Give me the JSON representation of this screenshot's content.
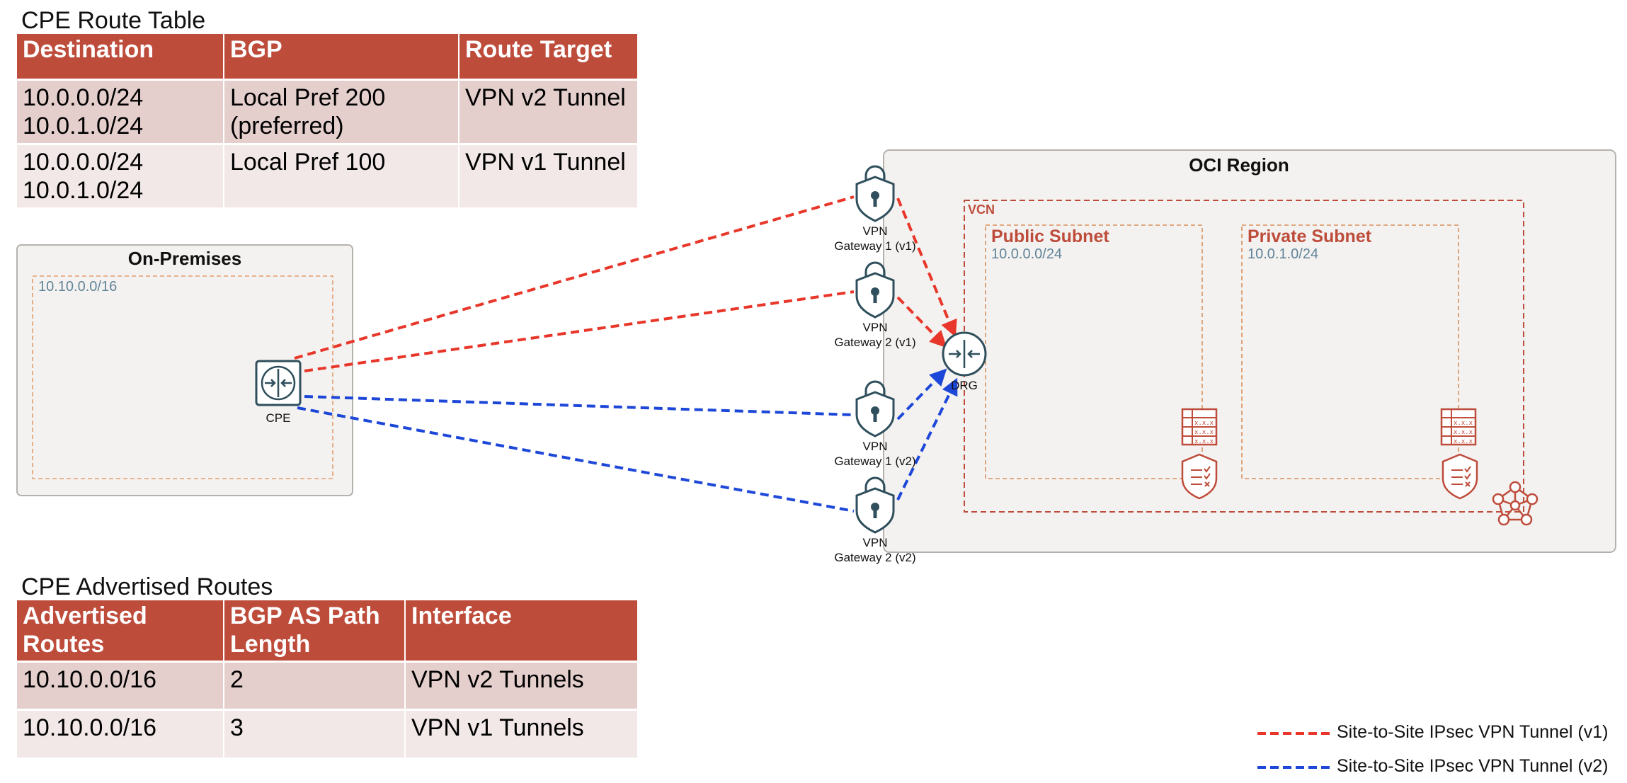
{
  "route_table": {
    "title": "CPE Route Table",
    "headers": [
      "Destination",
      "BGP",
      "Route Target"
    ],
    "rows": [
      [
        "10.0.0.0/24\n10.0.1.0/24",
        "Local Pref 200\n(preferred)",
        "VPN v2 Tunnel"
      ],
      [
        "10.0.0.0/24\n10.0.1.0/24",
        "Local Pref 100",
        "VPN v1 Tunnel"
      ]
    ]
  },
  "advertised_routes": {
    "title": "CPE Advertised Routes",
    "headers": [
      "Advertised\nRoutes",
      "BGP AS Path\nLength",
      "Interface"
    ],
    "rows": [
      [
        "10.10.0.0/16",
        "2",
        "VPN v2 Tunnels"
      ],
      [
        "10.10.0.0/16",
        "3",
        "VPN v1 Tunnels"
      ]
    ]
  },
  "on_premises": {
    "title": "On-Premises",
    "cidr": "10.10.0.0/16",
    "cpe_label": "CPE"
  },
  "oci": {
    "title": "OCI Region",
    "vcn_label": "VCN",
    "drg_label": "DRG",
    "public_subnet": {
      "title": "Public Subnet",
      "cidr": "10.0.0.0/24"
    },
    "private_subnet": {
      "title": "Private Subnet",
      "cidr": "10.0.1.0/24"
    }
  },
  "gateways": [
    {
      "label": "VPN\nGateway 1 (v1)",
      "version": "v1"
    },
    {
      "label": "VPN\nGateway 2 (v1)",
      "version": "v1"
    },
    {
      "label": "VPN\nGateway 1 (v2)",
      "version": "v2"
    },
    {
      "label": "VPN\nGateway 2 (v2)",
      "version": "v2"
    }
  ],
  "legend": [
    {
      "label": "Site-to-Site IPsec VPN Tunnel (v1)",
      "color": "#E8372A"
    },
    {
      "label": "Site-to-Site IPsec VPN Tunnel (v2)",
      "color": "#1D47D8"
    }
  ],
  "colors": {
    "accent": "#BE4C3B",
    "icon": "#2F4F5C",
    "tunnel_v1": "#E8372A",
    "tunnel_v2": "#1D47D8",
    "cidr": "#5F8399"
  }
}
